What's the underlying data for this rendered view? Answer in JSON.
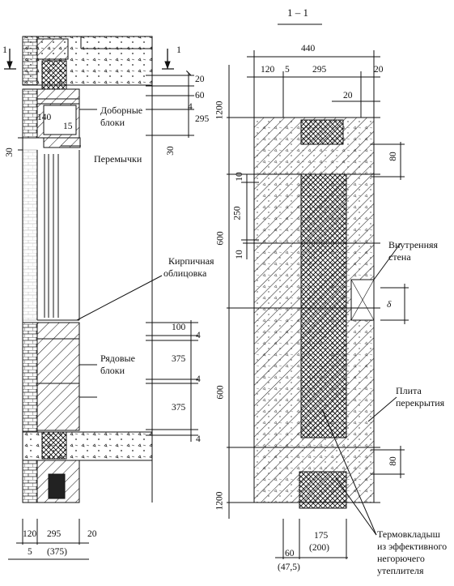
{
  "section_label": "1 – 1",
  "cut_mark_left": "1",
  "cut_mark_right": "1",
  "left": {
    "labels": {
      "extra_blocks_line1": "Доборные",
      "extra_blocks_line2": "блоки",
      "lintels": "Перемычки",
      "brick_cladding_line1": "Кирпичная",
      "brick_cladding_line2": "облицовка",
      "row_blocks_line1": "Рядовые",
      "row_blocks_line2": "блоки"
    },
    "dims": {
      "d20": "20",
      "d60": "60",
      "d4a": "4",
      "d295": "295",
      "d140": "140",
      "d15": "15",
      "d30a": "30",
      "d30b": "30",
      "d100": "100",
      "d4b": "4",
      "d375a": "375",
      "d4c": "4",
      "d375b": "375",
      "d4d": "4",
      "b120": "120",
      "b295": "295",
      "b20": "20",
      "b5": "5",
      "b375": "(375)"
    }
  },
  "right": {
    "labels": {
      "inner_wall_line1": "Внутренняя",
      "inner_wall_line2": "стена",
      "slab_line1": "Плита",
      "slab_line2": "перекрытия",
      "inserts_line1": "Термовкладыш",
      "inserts_line2": "из эффективного",
      "inserts_line3": "негорючего",
      "inserts_line4": "утеплителя"
    },
    "dims": {
      "t440": "440",
      "t120": "120",
      "t5": "5",
      "t295": "295",
      "t20a": "20",
      "t20b": "20",
      "v1200a": "1200",
      "v600a": "600",
      "v600b": "600",
      "v1200b": "1200",
      "r80a": "80",
      "r10a": "10",
      "r250": "250",
      "r10b": "10",
      "r80b": "80",
      "b175": "175",
      "b200": "(200)",
      "b60": "60",
      "b475": "(47,5)",
      "delta": "δ"
    }
  }
}
